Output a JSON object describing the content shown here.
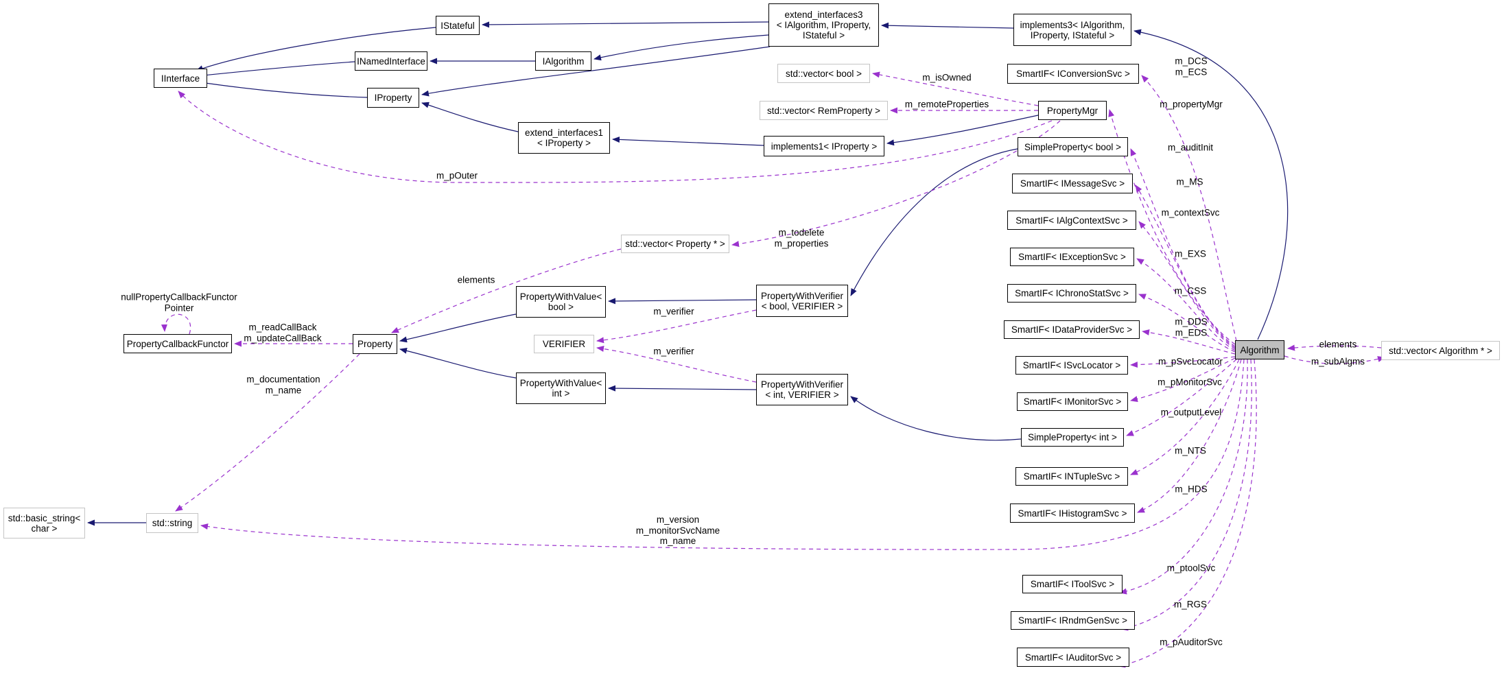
{
  "diagram": {
    "type": "doxygen-collaboration-graph",
    "main_class": "Algorithm",
    "nodes": [
      {
        "id": "iinterface",
        "label": "IInterface",
        "kind": "class"
      },
      {
        "id": "istateful",
        "label": "IStateful",
        "kind": "class"
      },
      {
        "id": "inamedinterface",
        "label": "INamedInterface",
        "kind": "class"
      },
      {
        "id": "ialgorithm",
        "label": "IAlgorithm",
        "kind": "class"
      },
      {
        "id": "iproperty",
        "label": "IProperty",
        "kind": "class"
      },
      {
        "id": "ext1",
        "label": "extend_interfaces1\n< IProperty >",
        "kind": "class"
      },
      {
        "id": "impl1",
        "label": "implements1< IProperty >",
        "kind": "class"
      },
      {
        "id": "ext3",
        "label": "extend_interfaces3\n< IAlgorithm, IProperty,\nIStateful >",
        "kind": "class"
      },
      {
        "id": "impl3",
        "label": "implements3< IAlgorithm,\nIProperty, IStateful >",
        "kind": "class"
      },
      {
        "id": "vec_bool",
        "label": "std::vector< bool >",
        "kind": "external"
      },
      {
        "id": "vec_remprop",
        "label": "std::vector< RemProperty >",
        "kind": "external"
      },
      {
        "id": "propertymgr",
        "label": "PropertyMgr",
        "kind": "class"
      },
      {
        "id": "smartif_conversion",
        "label": "SmartIF< IConversionSvc >",
        "kind": "class"
      },
      {
        "id": "simpleprop_bool",
        "label": "SimpleProperty< bool >",
        "kind": "class"
      },
      {
        "id": "smartif_message",
        "label": "SmartIF< IMessageSvc >",
        "kind": "class"
      },
      {
        "id": "smartif_algcontext",
        "label": "SmartIF< IAlgContextSvc >",
        "kind": "class"
      },
      {
        "id": "smartif_exception",
        "label": "SmartIF< IExceptionSvc >",
        "kind": "class"
      },
      {
        "id": "smartif_chronostat",
        "label": "SmartIF< IChronoStatSvc >",
        "kind": "class"
      },
      {
        "id": "smartif_dataprovider",
        "label": "SmartIF< IDataProviderSvc >",
        "kind": "class"
      },
      {
        "id": "algorithm",
        "label": "Algorithm",
        "kind": "main"
      },
      {
        "id": "smartif_svclocator",
        "label": "SmartIF< ISvcLocator >",
        "kind": "class"
      },
      {
        "id": "smartif_monitor",
        "label": "SmartIF< IMonitorSvc >",
        "kind": "class"
      },
      {
        "id": "simpleprop_int",
        "label": "SimpleProperty< int >",
        "kind": "class"
      },
      {
        "id": "smartif_ntuple",
        "label": "SmartIF< INTupleSvc >",
        "kind": "class"
      },
      {
        "id": "smartif_histogram",
        "label": "SmartIF< IHistogramSvc >",
        "kind": "class"
      },
      {
        "id": "smartif_tool",
        "label": "SmartIF< IToolSvc >",
        "kind": "class"
      },
      {
        "id": "smartif_rndmgen",
        "label": "SmartIF< IRndmGenSvc >",
        "kind": "class"
      },
      {
        "id": "smartif_auditor",
        "label": "SmartIF< IAuditorSvc >",
        "kind": "class"
      },
      {
        "id": "vec_algorithm",
        "label": "std::vector< Algorithm * >",
        "kind": "external"
      },
      {
        "id": "vec_property",
        "label": "std::vector< Property * >",
        "kind": "external"
      },
      {
        "id": "pwv_bool",
        "label": "PropertyWithValue<\nbool >",
        "kind": "class"
      },
      {
        "id": "pwver_bool",
        "label": "PropertyWithVerifier\n< bool, VERIFIER >",
        "kind": "class"
      },
      {
        "id": "verifier",
        "label": "VERIFIER",
        "kind": "external"
      },
      {
        "id": "pwv_int",
        "label": "PropertyWithValue<\nint >",
        "kind": "class"
      },
      {
        "id": "pwver_int",
        "label": "PropertyWithVerifier\n< int, VERIFIER >",
        "kind": "class"
      },
      {
        "id": "property",
        "label": "Property",
        "kind": "class"
      },
      {
        "id": "pcf",
        "label": "PropertyCallbackFunctor",
        "kind": "class"
      },
      {
        "id": "std_string",
        "label": "std::string",
        "kind": "external"
      },
      {
        "id": "basic_string",
        "label": "std::basic_string<\nchar >",
        "kind": "external"
      }
    ],
    "edges": [
      {
        "id": "s_istateful_iinterface",
        "from": "istateful",
        "to": "iinterface",
        "kind": "inheritance",
        "label": ""
      },
      {
        "id": "s_inamed_iinterface",
        "from": "inamedinterface",
        "to": "iinterface",
        "kind": "inheritance",
        "label": ""
      },
      {
        "id": "s_iprop_iinterface",
        "from": "iproperty",
        "to": "iinterface",
        "kind": "inheritance",
        "label": ""
      },
      {
        "id": "s_ialg_inamed",
        "from": "ialgorithm",
        "to": "inamedinterface",
        "kind": "inheritance",
        "label": ""
      },
      {
        "id": "s_ext3_istateful",
        "from": "ext3",
        "to": "istateful",
        "kind": "inheritance",
        "label": ""
      },
      {
        "id": "s_ext3_ialg",
        "from": "ext3",
        "to": "ialgorithm",
        "kind": "inheritance",
        "label": ""
      },
      {
        "id": "s_ext3_iprop",
        "from": "ext3",
        "to": "iproperty",
        "kind": "inheritance",
        "label": ""
      },
      {
        "id": "s_ext1_iprop",
        "from": "ext1",
        "to": "iproperty",
        "kind": "inheritance",
        "label": ""
      },
      {
        "id": "s_impl1_ext1",
        "from": "impl1",
        "to": "ext1",
        "kind": "inheritance",
        "label": ""
      },
      {
        "id": "s_impl3_ext3",
        "from": "impl3",
        "to": "ext3",
        "kind": "inheritance",
        "label": ""
      },
      {
        "id": "s_pmgr_impl1",
        "from": "propertymgr",
        "to": "impl1",
        "kind": "inheritance",
        "label": ""
      },
      {
        "id": "s_alg_impl3",
        "from": "algorithm",
        "to": "impl3",
        "kind": "inheritance",
        "label": ""
      },
      {
        "id": "s_pwverb_pwvb",
        "from": "pwver_bool",
        "to": "pwv_bool",
        "kind": "inheritance",
        "label": ""
      },
      {
        "id": "s_pwveri_pwvi",
        "from": "pwver_int",
        "to": "pwv_int",
        "kind": "inheritance",
        "label": ""
      },
      {
        "id": "s_pwvb_prop",
        "from": "pwv_bool",
        "to": "property",
        "kind": "inheritance",
        "label": ""
      },
      {
        "id": "s_pwvi_prop",
        "from": "pwv_int",
        "to": "property",
        "kind": "inheritance",
        "label": ""
      },
      {
        "id": "s_spb_pwverb",
        "from": "simpleprop_bool",
        "to": "pwver_bool",
        "kind": "inheritance",
        "label": ""
      },
      {
        "id": "s_spi_pwveri",
        "from": "simpleprop_int",
        "to": "pwver_int",
        "kind": "inheritance",
        "label": ""
      },
      {
        "id": "s_str_basic",
        "from": "std_string",
        "to": "basic_string",
        "kind": "inheritance",
        "label": ""
      },
      {
        "id": "u_pmgr_vecbool",
        "from": "propertymgr",
        "to": "vec_bool",
        "kind": "usage",
        "label": "m_isOwned"
      },
      {
        "id": "u_pmgr_vecrem",
        "from": "propertymgr",
        "to": "vec_remprop",
        "kind": "usage",
        "label": "m_remoteProperties"
      },
      {
        "id": "u_pmgr_vecprop",
        "from": "propertymgr",
        "to": "vec_property",
        "kind": "usage",
        "label": "m_todelete\nm_properties"
      },
      {
        "id": "u_pmgr_iinterface",
        "from": "propertymgr",
        "to": "iinterface",
        "kind": "usage",
        "label": "m_pOuter"
      },
      {
        "id": "u_alg_pmgr",
        "from": "algorithm",
        "to": "propertymgr",
        "kind": "usage",
        "label": "m_propertyMgr"
      },
      {
        "id": "u_alg_conversion",
        "from": "algorithm",
        "to": "smartif_conversion",
        "kind": "usage",
        "label": "m_DCS\nm_ECS"
      },
      {
        "id": "u_alg_spbool",
        "from": "algorithm",
        "to": "simpleprop_bool",
        "kind": "usage",
        "label": "m_auditInit"
      },
      {
        "id": "u_alg_message",
        "from": "algorithm",
        "to": "smartif_message",
        "kind": "usage",
        "label": "m_MS"
      },
      {
        "id": "u_alg_algcontext",
        "from": "algorithm",
        "to": "smartif_algcontext",
        "kind": "usage",
        "label": "m_contextSvc"
      },
      {
        "id": "u_alg_exception",
        "from": "algorithm",
        "to": "smartif_exception",
        "kind": "usage",
        "label": "m_EXS"
      },
      {
        "id": "u_alg_chronostat",
        "from": "algorithm",
        "to": "smartif_chronostat",
        "kind": "usage",
        "label": "m_CSS"
      },
      {
        "id": "u_alg_dataprovider",
        "from": "algorithm",
        "to": "smartif_dataprovider",
        "kind": "usage",
        "label": "m_DDS\nm_EDS"
      },
      {
        "id": "u_alg_svclocator",
        "from": "algorithm",
        "to": "smartif_svclocator",
        "kind": "usage",
        "label": "m_pSvcLocator"
      },
      {
        "id": "u_alg_monitor",
        "from": "algorithm",
        "to": "smartif_monitor",
        "kind": "usage",
        "label": "m_pMonitorSvc"
      },
      {
        "id": "u_alg_spint",
        "from": "algorithm",
        "to": "simpleprop_int",
        "kind": "usage",
        "label": "m_outputLevel"
      },
      {
        "id": "u_alg_ntuple",
        "from": "algorithm",
        "to": "smartif_ntuple",
        "kind": "usage",
        "label": "m_NTS"
      },
      {
        "id": "u_alg_histogram",
        "from": "algorithm",
        "to": "smartif_histogram",
        "kind": "usage",
        "label": "m_HDS"
      },
      {
        "id": "u_alg_string",
        "from": "algorithm",
        "to": "std_string",
        "kind": "usage",
        "label": "m_version\nm_monitorSvcName\nm_name"
      },
      {
        "id": "u_alg_tool",
        "from": "algorithm",
        "to": "smartif_tool",
        "kind": "usage",
        "label": "m_ptoolSvc"
      },
      {
        "id": "u_alg_rndmgen",
        "from": "algorithm",
        "to": "smartif_rndmgen",
        "kind": "usage",
        "label": "m_RGS"
      },
      {
        "id": "u_alg_auditor",
        "from": "algorithm",
        "to": "smartif_auditor",
        "kind": "usage",
        "label": "m_pAuditorSvc"
      },
      {
        "id": "u_alg_vecalg",
        "from": "algorithm",
        "to": "vec_algorithm",
        "kind": "usage",
        "label": "m_subAlgms"
      },
      {
        "id": "u_vecalg_alg",
        "from": "vec_algorithm",
        "to": "algorithm",
        "kind": "usage",
        "label": "elements"
      },
      {
        "id": "u_vecprop_prop",
        "from": "vec_property",
        "to": "property",
        "kind": "usage",
        "label": "elements"
      },
      {
        "id": "u_pwverb_verifier",
        "from": "pwver_bool",
        "to": "verifier",
        "kind": "usage",
        "label": "m_verifier"
      },
      {
        "id": "u_pwveri_verifier",
        "from": "pwver_int",
        "to": "verifier",
        "kind": "usage",
        "label": "m_verifier"
      },
      {
        "id": "u_prop_pcf",
        "from": "property",
        "to": "pcf",
        "kind": "usage",
        "label": "m_readCallBack\nm_updateCallBack"
      },
      {
        "id": "u_prop_string",
        "from": "property",
        "to": "std_string",
        "kind": "usage",
        "label": "m_documentation\nm_name"
      },
      {
        "id": "u_pcf_pcf",
        "from": "pcf",
        "to": "pcf",
        "kind": "usage",
        "label": "nullPropertyCallbackFunctor\nPointer"
      }
    ]
  },
  "colors": {
    "inheritance_edge": "#191970",
    "usage_edge": "#9a32cd",
    "node_border": "#000000",
    "external_node_border": "#c4c4c4",
    "main_node_fill": "#bfbfbf",
    "node_fill": "#ffffff"
  }
}
